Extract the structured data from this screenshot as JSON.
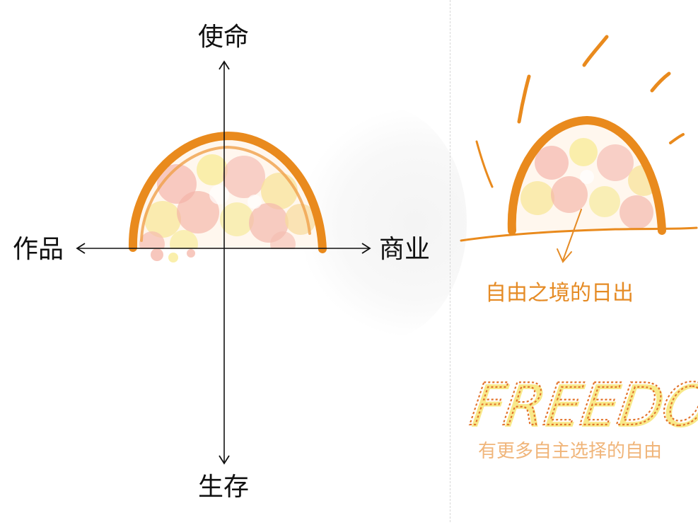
{
  "left_diagram": {
    "axis_top": "使命",
    "axis_bottom": "生存",
    "axis_left": "作品",
    "axis_right": "商业"
  },
  "right_illustration": {
    "sunrise_caption": "自由之境的日出",
    "headline": "FREEDOM!",
    "subline": "有更多自主选择的自由"
  },
  "colors": {
    "sun_stroke": "#e98a1d",
    "sun_fill_pink": "#f4a9a0",
    "sun_fill_yellow": "#f8e98a",
    "caption_orange": "#e58b25",
    "subline_orange": "#f0b57a",
    "axis": "#111111"
  }
}
